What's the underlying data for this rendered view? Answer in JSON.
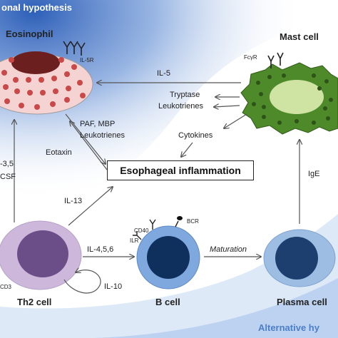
{
  "colors": {
    "bg_blue": "#3a6fc4",
    "eosinophil": "#f6d3d3",
    "eos_nucleus": "#6b1f1f",
    "granule": "#c94848",
    "mast_cell": "#4e8a2a",
    "mast_center": "#cfe4a3",
    "th2": "#cdb8dc",
    "th2_nucleus": "#6b4d88",
    "b_cell": "#7ea8de",
    "b_nucleus": "#0f2f5c",
    "plasma": "#9dbde3",
    "plasma_nucleus": "#1d3f70"
  },
  "titles": {
    "hypothesis_top": "onal hypothesis",
    "hypothesis_bottom": "Alternative hy"
  },
  "cells": {
    "eosinophil": "Eosinophil",
    "mast": "Mast cell",
    "th2": "Th2 cell",
    "b": "B cell",
    "plasma": "Plasma cell"
  },
  "receptors": {
    "il5r": "IL-5R",
    "fcyr": "FcγR",
    "cd40": "CD40",
    "bcr": "BCR",
    "ilr": "ILR",
    "cd3": "CD3"
  },
  "mediators": {
    "il5": "IL-5",
    "tryptase": "Tryptase",
    "leukotrienes_mast": "Leukotrienes",
    "cytokines": "Cytokines",
    "paf_mbp": "PAF, MBP",
    "leukotrienes_eos": "Leukotrienes",
    "eotaxin": "Eotaxin",
    "il3_5": "-3,5",
    "csf": "CSF",
    "il13": "IL-13",
    "il456": "IL-4,5,6",
    "il10": "IL-10",
    "maturation": "Maturation",
    "ige": "IgE"
  },
  "central": {
    "label": "Esophageal inflammation"
  }
}
